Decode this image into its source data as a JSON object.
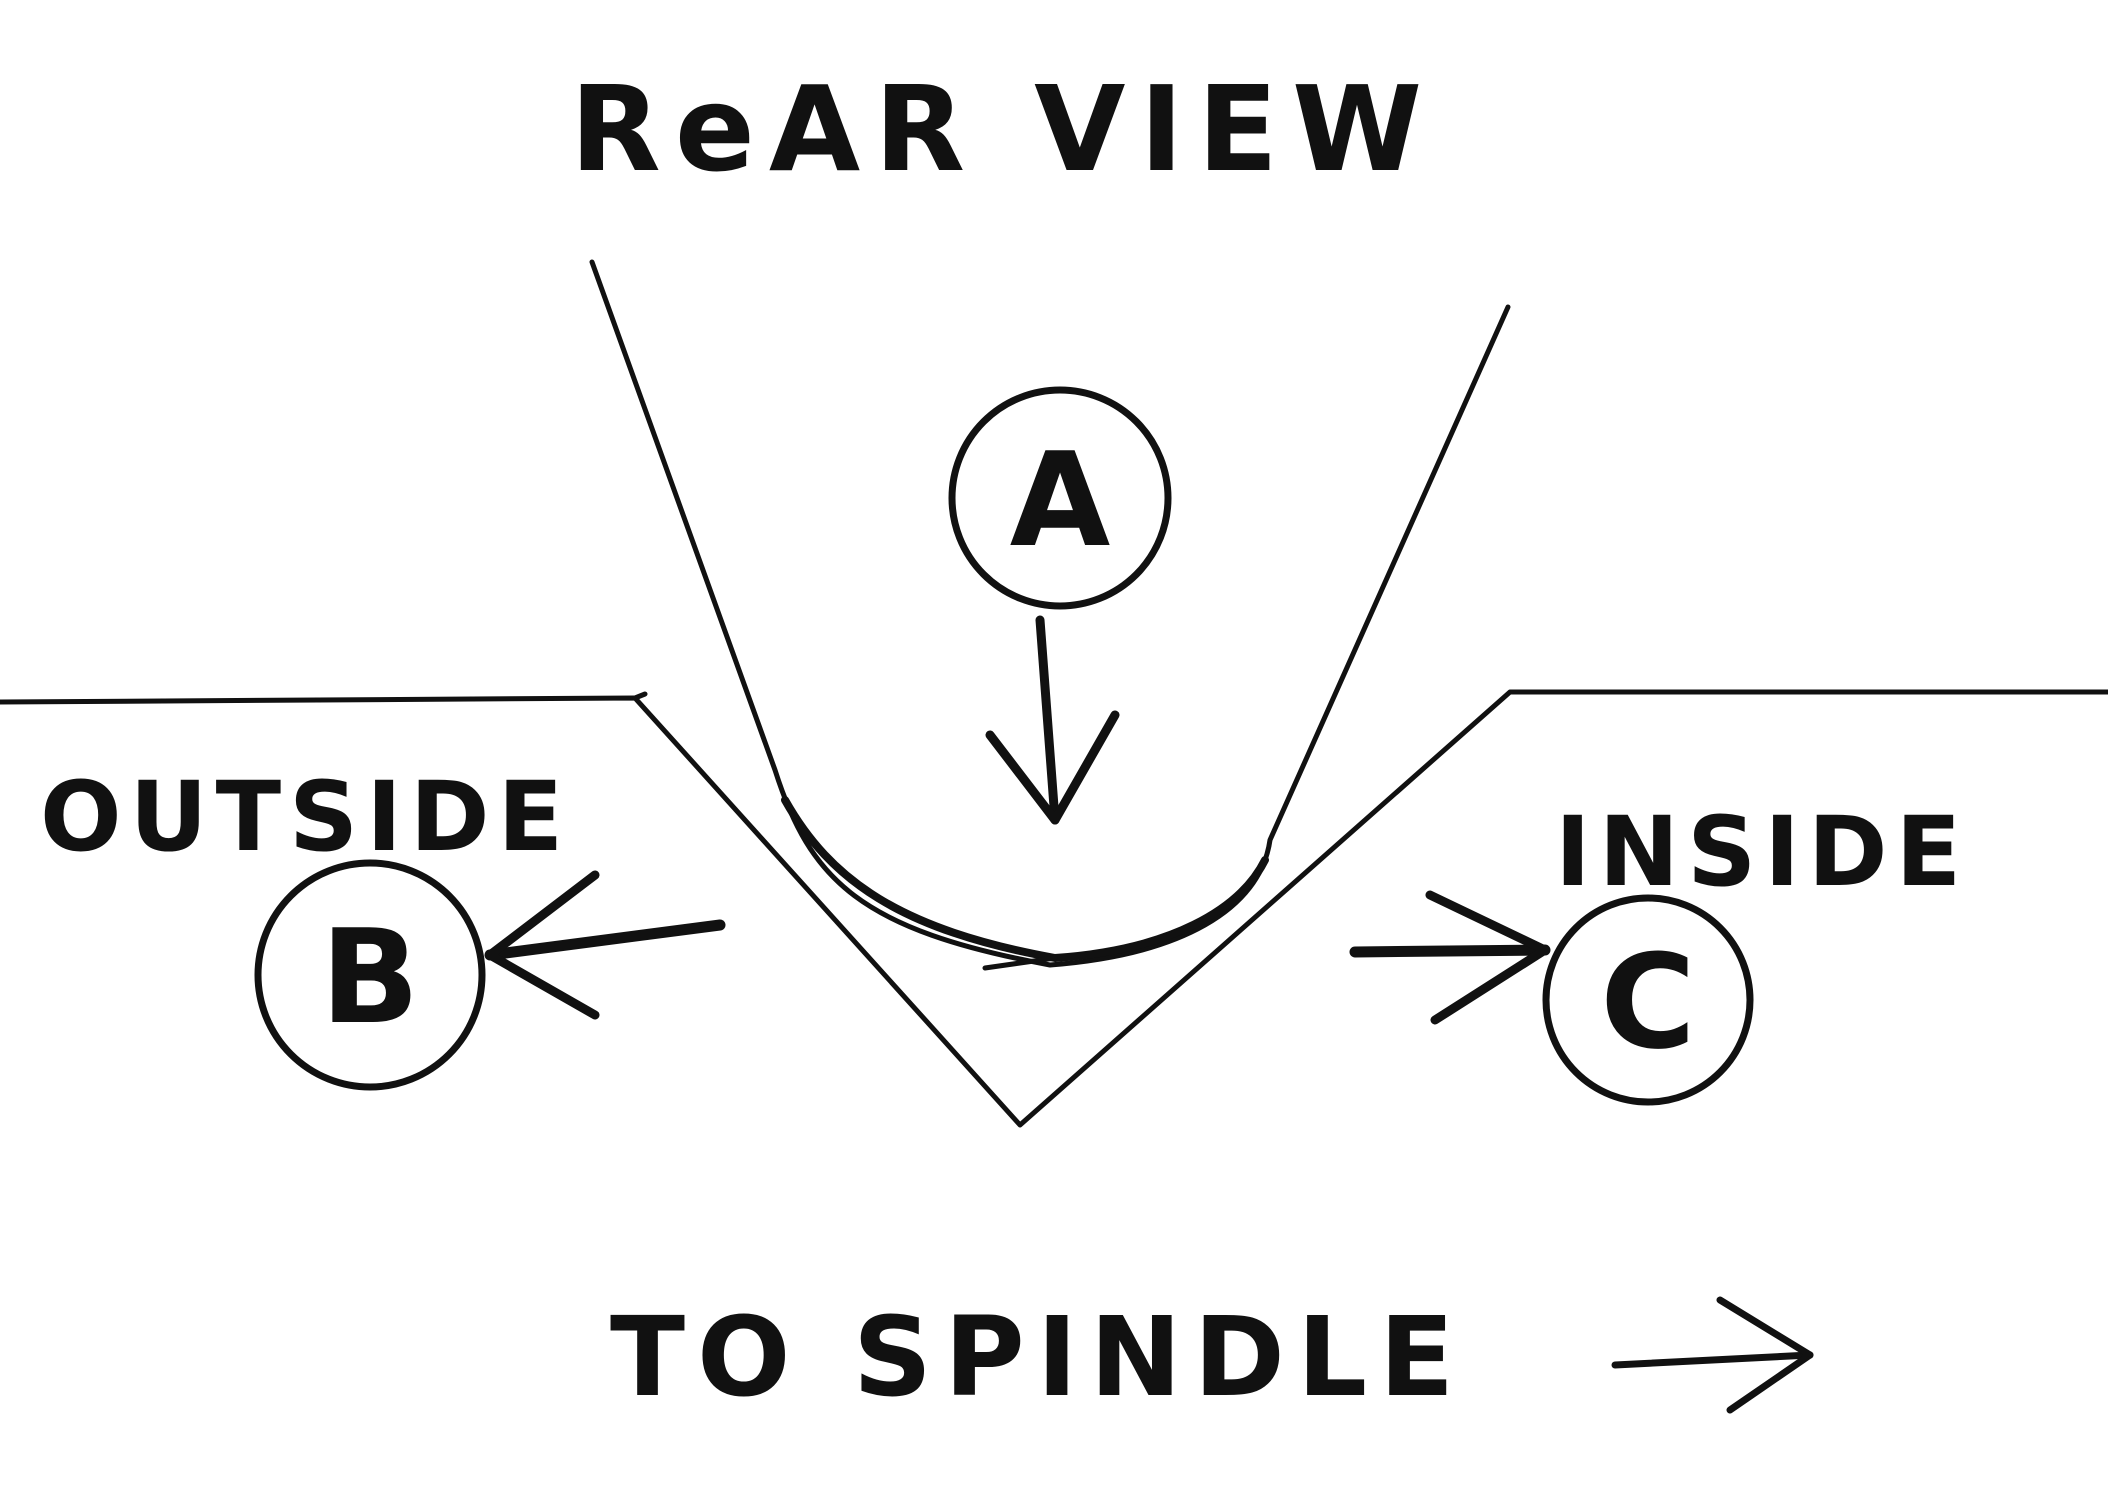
{
  "title": "ReAR VIEW",
  "labels": {
    "outside": "OUTSIDE",
    "inside": "INSIDE",
    "to_spindle": "TO SPINDLE"
  },
  "callouts": {
    "a": "A",
    "b": "B",
    "c": "C"
  },
  "colors": {
    "ink": "#111111",
    "paper": "#ffffff"
  }
}
